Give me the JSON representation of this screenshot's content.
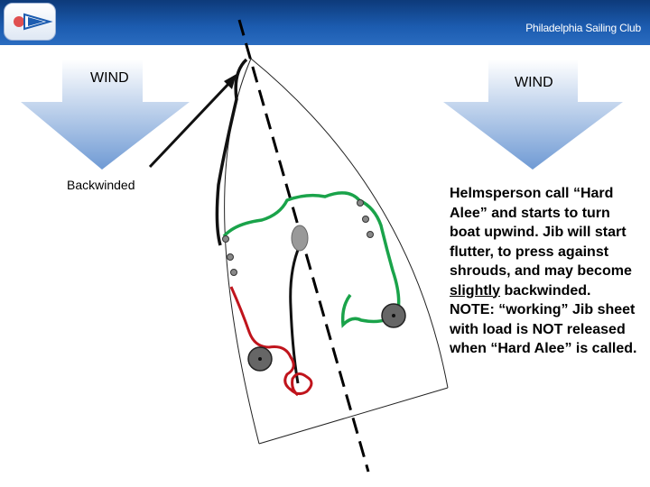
{
  "header": {
    "club_name": "Philadelphia Sailing Club",
    "logo_icon": "burgee-logo-icon"
  },
  "wind_arrows": {
    "left_label": "WIND",
    "right_label": "WIND"
  },
  "backwinded_label": "Backwinded",
  "explanation": {
    "part1": "Helmsperson call “Hard Alee” and starts to turn boat upwind. Jib will start flutter, to press against shrouds,  and may become ",
    "emphasis": "slightly",
    "part2": " backwinded. NOTE: “working” Jib sheet with load is NOT released when “Hard Alee” is called."
  },
  "colors": {
    "header": "#1c5cb0",
    "wind_arrow": "#7fa8dc",
    "jib_sheet_green": "#1aa34a",
    "jib_sheet_red": "#c0141c",
    "winch": "#666666",
    "mast": "#999999"
  }
}
